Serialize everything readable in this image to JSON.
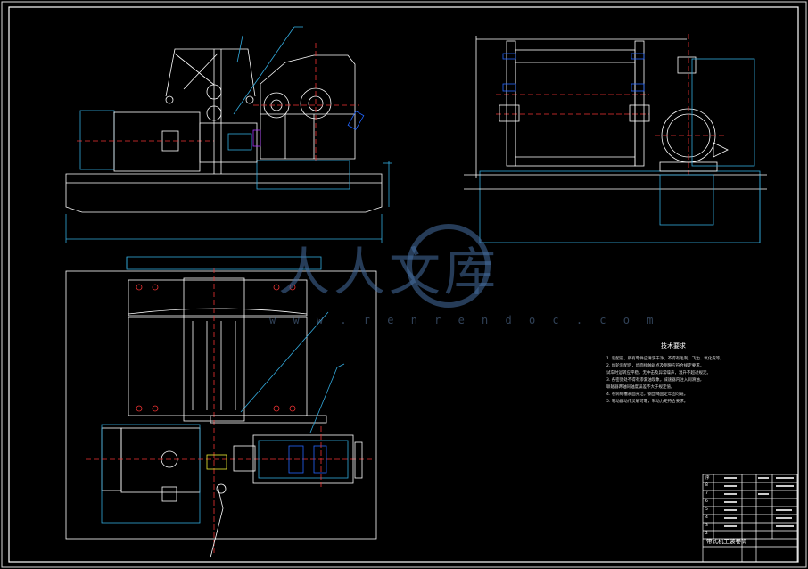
{
  "watermark": {
    "brand": "人人文库",
    "url": "w w w . r e n r e n d o c . c o m"
  },
  "technical_requirements": {
    "title": "技术要求",
    "items": [
      "1. 装配前，所有零件应清洗干净，不得有毛刺、飞边、氧化皮等。",
      "2. 齿轮装配后，齿面接触斑点及侧隙应符合规定要求，",
      "   试车时运转应平稳，无冲击及异常噪声，温升不超过规定。",
      "3. 各密封处不得有渗漏油现象，减速器内注入润滑油，",
      "   联轴器两轴同轴度误差不大于规定值。",
      "4. 卷筒绳槽表面光洁，钢丝绳固定牢固可靠。",
      "5. 制动器动作灵敏可靠，制动力矩符合要求。"
    ]
  },
  "title_block": {
    "drawing_name": "带式机工装卷筒",
    "rows": [
      [
        "序",
        "",
        "",
        "",
        ""
      ],
      [
        "8",
        "",
        "",
        "",
        ""
      ],
      [
        "7",
        "",
        "",
        "",
        ""
      ],
      [
        "6",
        "",
        "",
        "",
        ""
      ],
      [
        "5",
        "",
        "",
        "",
        ""
      ],
      [
        "4",
        "",
        "",
        "",
        ""
      ],
      [
        "3",
        "",
        "",
        "",
        ""
      ],
      [
        "2",
        "",
        "",
        "",
        ""
      ],
      [
        "1",
        "",
        "",
        "",
        ""
      ]
    ]
  }
}
